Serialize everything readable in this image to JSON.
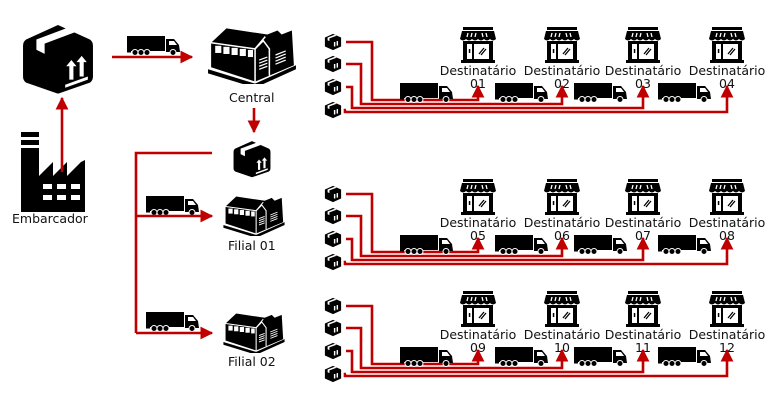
{
  "colors": {
    "line": "#c00000",
    "icon": "#000000",
    "background": "#ffffff"
  },
  "nodes": {
    "shipper": {
      "label": "Embarcador",
      "icon": "factory-icon"
    },
    "origin_package": {
      "icon": "package-icon"
    },
    "central": {
      "label": "Central",
      "icon": "warehouse-icon"
    },
    "central_package": {
      "icon": "package-icon"
    },
    "branches": [
      {
        "label": "Filial 01",
        "icon": "warehouse-icon"
      },
      {
        "label": "Filial 02",
        "icon": "warehouse-icon"
      }
    ]
  },
  "groups": [
    {
      "source": "Central",
      "recipients": [
        {
          "name": "Destinatário",
          "number": "01"
        },
        {
          "name": "Destinatário",
          "number": "02"
        },
        {
          "name": "Destinatário",
          "number": "03"
        },
        {
          "name": "Destinatário",
          "number": "04"
        }
      ]
    },
    {
      "source": "Filial 01",
      "recipients": [
        {
          "name": "Destinatário",
          "number": "05"
        },
        {
          "name": "Destinatário",
          "number": "06"
        },
        {
          "name": "Destinatário",
          "number": "07"
        },
        {
          "name": "Destinatário",
          "number": "08"
        }
      ]
    },
    {
      "source": "Filial 02",
      "recipients": [
        {
          "name": "Destinatário",
          "number": "09"
        },
        {
          "name": "Destinatário",
          "number": "10"
        },
        {
          "name": "Destinatário",
          "number": "11"
        },
        {
          "name": "Destinatário",
          "number": "12"
        }
      ]
    }
  ]
}
